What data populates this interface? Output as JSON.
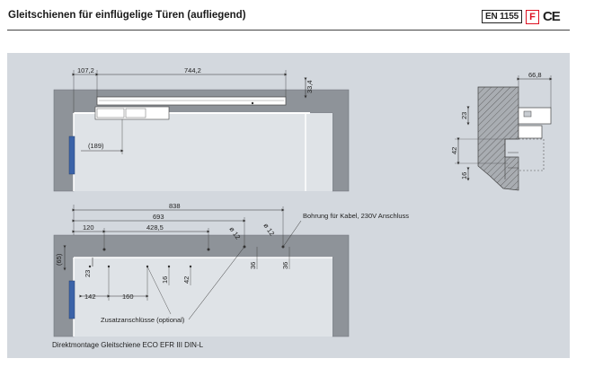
{
  "header": {
    "title": "Gleitschienen für einflügelige Türen (aufliegend)",
    "badge_en": "EN 1155",
    "badge_f": "F",
    "badge_ce": "CE"
  },
  "top_view": {
    "dim_offset": "107,2",
    "dim_rail_length": "744,2",
    "dim_height": "33,4",
    "dim_189": "(189)"
  },
  "side_view": {
    "dim_width": "66,8",
    "dim_23": "23",
    "dim_42": "42",
    "dim_16": "16"
  },
  "bottom_view": {
    "dim_838": "838",
    "dim_693": "693",
    "dim_120": "120",
    "dim_428": "428,5",
    "dim_d12a": "ø 12",
    "dim_d12b": "ø 12",
    "note_cable": "Bohrung für Kabel, 230V Anschluss",
    "dim_65": "(65)",
    "dim_23": "23",
    "dim_16": "16",
    "dim_42": "42",
    "dim_36a": "36",
    "dim_36b": "36",
    "dim_142": "142",
    "dim_160": "160",
    "note_additional": "Zusatzanschlüsse (optional)"
  },
  "caption": "Direktmontage Gleitschiene ECO EFR III DIN-L",
  "colors": {
    "panel_bg": "#d3d8de",
    "wall_fill": "#8e9399",
    "door_fill": "#ffffff",
    "hinge": "#3b63a8",
    "accent_red": "#d12222"
  }
}
